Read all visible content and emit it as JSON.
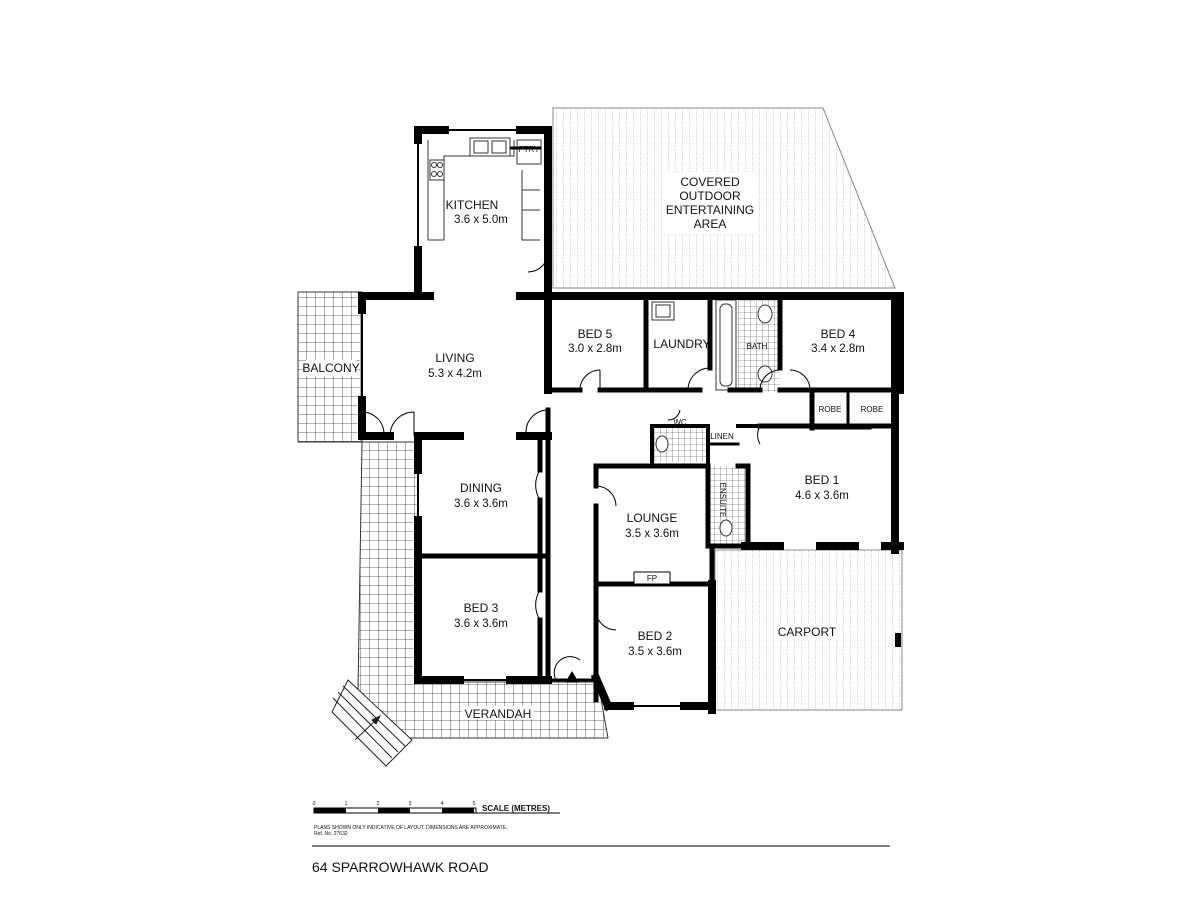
{
  "rooms": {
    "covered_outdoor": {
      "l1": "COVERED",
      "l2": "OUTDOOR",
      "l3": "ENTERTAINING",
      "l4": "AREA"
    },
    "kitchen": {
      "name": "KITCHEN",
      "dim": "3.6 x 5.0m"
    },
    "pantry": {
      "name": "PTRY"
    },
    "living": {
      "name": "LIVING",
      "dim": "5.3 x 4.2m"
    },
    "balcony": {
      "name": "BALCONY"
    },
    "bed5": {
      "name": "BED 5",
      "dim": "3.0 x 2.8m"
    },
    "laundry": {
      "name": "LAUNDRY"
    },
    "bath": {
      "name": "BATH"
    },
    "bed4": {
      "name": "BED 4",
      "dim": "3.4 x 2.8m"
    },
    "robe1": {
      "name": "ROBE"
    },
    "robe2": {
      "name": "ROBE"
    },
    "wc": {
      "name": "WC"
    },
    "linen": {
      "name": "LINEN"
    },
    "ensuite": {
      "name": "ENSUITE"
    },
    "bed1": {
      "name": "BED 1",
      "dim": "4.6 x 3.6m"
    },
    "dining": {
      "name": "DINING",
      "dim": "3.6 x 3.6m"
    },
    "lounge": {
      "name": "LOUNGE",
      "dim": "3.5 x 3.6m"
    },
    "fireplace": {
      "name": "FP"
    },
    "bed3": {
      "name": "BED 3",
      "dim": "3.6 x 3.6m"
    },
    "bed2": {
      "name": "BED 2",
      "dim": "3.5 x 3.6m"
    },
    "carport": {
      "name": "CARPORT"
    },
    "verandah": {
      "name": "VERANDAH"
    }
  },
  "scale": {
    "label": "SCALE (METRES)",
    "ticks": [
      "0",
      "1",
      "2",
      "3",
      "4",
      "5"
    ]
  },
  "disclaimer": "PLANS SHOWN ONLY INDICATIVE OF LAYOUT.  DIMENSIONS ARE APPROXIMATE.",
  "ref": "Ref. No. 27632",
  "address": "64 SPARROWHAWK ROAD",
  "colors": {
    "wall": "#000000",
    "grid": "#bdbdbd",
    "background": "#ffffff"
  }
}
